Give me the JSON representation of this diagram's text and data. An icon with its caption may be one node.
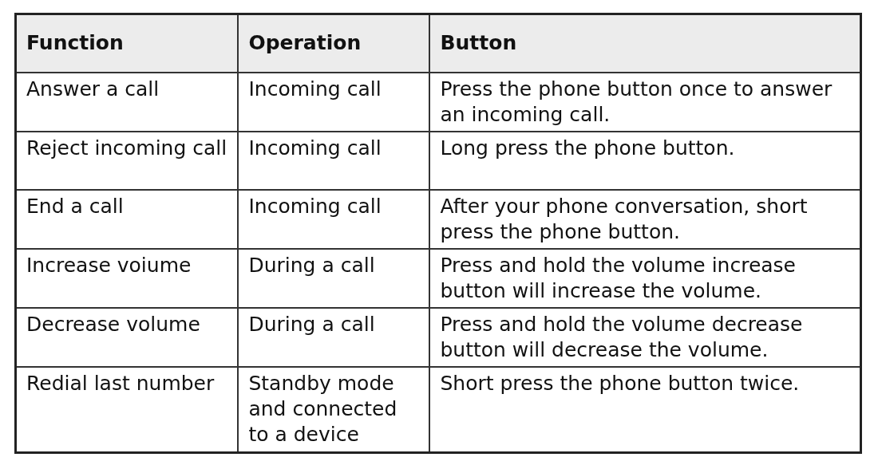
{
  "diagram": {
    "labels": [
      "Function",
      "Operation",
      "Button",
      "Answer a call",
      "Incoming call",
      "Press the phone button once to answer an incoming call.",
      "Reject incoming call",
      "Incoming call",
      "Long press the phone button.",
      "End a call",
      "Incoming call",
      "After your phone conversation, short press the phone button.",
      "Increase voiume",
      "During a call",
      "Press and hold the volume increase button will increase the volume.",
      "Decrease volume",
      "During a call",
      "Press and hold the volume decrease button will decrease the volume.",
      "Redial last number",
      "Standby mode and connected to a device",
      "Short press the phone button twice."
    ]
  }
}
